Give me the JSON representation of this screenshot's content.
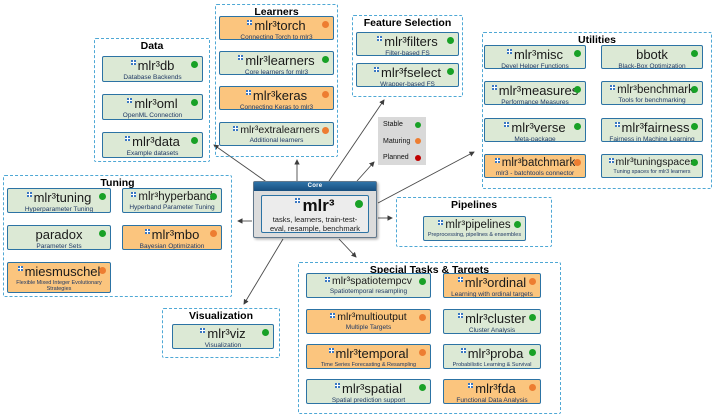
{
  "colors": {
    "box_green": "#dce9d5",
    "box_orange": "#fbc57e",
    "box_border": "#2c73a4",
    "stable": "#18a126",
    "maturing": "#ed7d31",
    "planned": "#c00000",
    "group_border": "#4fa8d5",
    "core_header_bg": "#1f5c8f",
    "legend_bg": "#d9d9d9"
  },
  "core": {
    "header": "Core",
    "name": "mlr³",
    "caption": "tasks, learners, train-test-eval, resample, benchmark",
    "status": "stable",
    "logo": true
  },
  "legend": {
    "items": [
      {
        "label": "Stable",
        "status": "stable"
      },
      {
        "label": "Maturing",
        "status": "maturing"
      },
      {
        "label": "Planned",
        "status": "planned"
      }
    ]
  },
  "groups": [
    {
      "id": "data",
      "title": "Data",
      "packages": [
        {
          "id": "mlr3db",
          "name": "mlr³db",
          "caption": "Database Backends",
          "fill": "green",
          "status": "stable",
          "logo": true
        },
        {
          "id": "mlr3oml",
          "name": "mlr³oml",
          "caption": "OpenML Connection",
          "fill": "green",
          "status": "stable",
          "logo": true
        },
        {
          "id": "mlr3data",
          "name": "mlr³data",
          "caption": "Example datasets",
          "fill": "green",
          "status": "stable",
          "logo": true
        }
      ]
    },
    {
      "id": "learners",
      "title": "Learners",
      "packages": [
        {
          "id": "mlr3torch",
          "name": "mlr³torch",
          "caption": "Connecting Torch to mlr3",
          "fill": "orange",
          "status": "maturing",
          "logo": true
        },
        {
          "id": "mlr3learners",
          "name": "mlr³learners",
          "caption": "Core learners for mlr3",
          "fill": "green",
          "status": "stable",
          "logo": true
        },
        {
          "id": "mlr3keras",
          "name": "mlr³keras",
          "caption": "Connecting Keras to mlr3",
          "fill": "orange",
          "status": "maturing",
          "logo": true
        },
        {
          "id": "mlr3extralearners",
          "name": "mlr³extralearners",
          "caption": "Additional learners",
          "fill": "green",
          "status": "maturing",
          "logo": true
        }
      ]
    },
    {
      "id": "feature_selection",
      "title": "Feature Selection",
      "packages": [
        {
          "id": "mlr3filters",
          "name": "mlr³filters",
          "caption": "Filter-based FS",
          "fill": "green",
          "status": "stable",
          "logo": true
        },
        {
          "id": "mlr3fselect",
          "name": "mlr³fselect",
          "caption": "Wrapper-based FS",
          "fill": "green",
          "status": "stable",
          "logo": true
        }
      ]
    },
    {
      "id": "utilities",
      "title": "Utilities",
      "packages": [
        {
          "id": "mlr3misc",
          "name": "mlr³misc",
          "caption": "Devel Helper Functions",
          "fill": "green",
          "status": "stable",
          "logo": true
        },
        {
          "id": "bbotk",
          "name": "bbotk",
          "caption": "Black-Box Optimization",
          "fill": "green",
          "status": "stable",
          "logo": false
        },
        {
          "id": "mlr3measures",
          "name": "mlr³measures",
          "caption": "Performance Measures",
          "fill": "green",
          "status": "stable",
          "logo": true
        },
        {
          "id": "mlr3benchmark",
          "name": "mlr³benchmark",
          "caption": "Tools for benchmarking",
          "fill": "green",
          "status": "stable",
          "logo": true
        },
        {
          "id": "mlr3verse",
          "name": "mlr³verse",
          "caption": "Meta-package",
          "fill": "green",
          "status": "stable",
          "logo": true
        },
        {
          "id": "mlr3fairness",
          "name": "mlr³fairness",
          "caption": "Fairness in Machine Learning",
          "fill": "green",
          "status": "stable",
          "logo": true
        },
        {
          "id": "mlr3batchmark",
          "name": "mlr³batchmark",
          "caption": "mlr3 - batchtools connector",
          "fill": "orange",
          "status": "maturing",
          "logo": true
        },
        {
          "id": "mlr3tuningspaces",
          "name": "mlr³tuningspaces",
          "caption": "Tuning spaces for mlr3 learners",
          "fill": "green",
          "status": "stable",
          "logo": true
        }
      ]
    },
    {
      "id": "tuning",
      "title": "Tuning",
      "packages": [
        {
          "id": "mlr3tuning",
          "name": "mlr³tuning",
          "caption": "Hyperparameter Tuning",
          "fill": "green",
          "status": "stable",
          "logo": true
        },
        {
          "id": "mlr3hyperband",
          "name": "mlr³hyperband",
          "caption": "Hyperband Parameter Tuning",
          "fill": "green",
          "status": "stable",
          "logo": true
        },
        {
          "id": "paradox",
          "name": "paradox",
          "caption": "Parameter Sets",
          "fill": "green",
          "status": "stable",
          "logo": false
        },
        {
          "id": "mlr3mbo",
          "name": "mlr³mbo",
          "caption": "Bayesian Optimization",
          "fill": "orange",
          "status": "maturing",
          "logo": true
        },
        {
          "id": "miesmuschel",
          "name": "miesmuschel",
          "caption": "Flexible Mixed Integer Evolutionary Strategies",
          "fill": "orange",
          "status": "maturing",
          "logo": true
        }
      ]
    },
    {
      "id": "pipelines",
      "title": "Pipelines",
      "packages": [
        {
          "id": "mlr3pipelines",
          "name": "mlr³pipelines",
          "caption": "Preprocessing, pipelines & ensembles",
          "fill": "green",
          "status": "stable",
          "logo": true
        }
      ]
    },
    {
      "id": "special",
      "title": "Special Tasks & Targets",
      "packages": [
        {
          "id": "mlr3spatiotempcv",
          "name": "mlr³spatiotempcv",
          "caption": "Spatiotemporal resampling",
          "fill": "green",
          "status": "stable",
          "logo": true
        },
        {
          "id": "mlr3ordinal",
          "name": "mlr³ordinal",
          "caption": "Learning with ordinal targets",
          "fill": "orange",
          "status": "maturing",
          "logo": true
        },
        {
          "id": "mlr3multioutput",
          "name": "mlr³multioutput",
          "caption": "Multiple Targets",
          "fill": "orange",
          "status": "maturing",
          "logo": true
        },
        {
          "id": "mlr3cluster",
          "name": "mlr³cluster",
          "caption": "Cluster Analysis",
          "fill": "green",
          "status": "stable",
          "logo": true
        },
        {
          "id": "mlr3temporal",
          "name": "mlr³temporal",
          "caption": "Time Series Forecasting & Resampling",
          "fill": "orange",
          "status": "maturing",
          "logo": true
        },
        {
          "id": "mlr3proba",
          "name": "mlr³proba",
          "caption": "Probabilistic Learning & Survival Analysis",
          "fill": "green",
          "status": "stable",
          "logo": true
        },
        {
          "id": "mlr3spatial",
          "name": "mlr³spatial",
          "caption": "Spatial prediction support",
          "fill": "green",
          "status": "stable",
          "logo": true
        },
        {
          "id": "mlr3fda",
          "name": "mlr³fda",
          "caption": "Functional Data Analysis",
          "fill": "orange",
          "status": "maturing",
          "logo": true
        }
      ]
    },
    {
      "id": "visualization",
      "title": "Visualization",
      "packages": [
        {
          "id": "mlr3viz",
          "name": "mlr³viz",
          "caption": "Visualization",
          "fill": "green",
          "status": "stable",
          "logo": true
        }
      ]
    }
  ]
}
